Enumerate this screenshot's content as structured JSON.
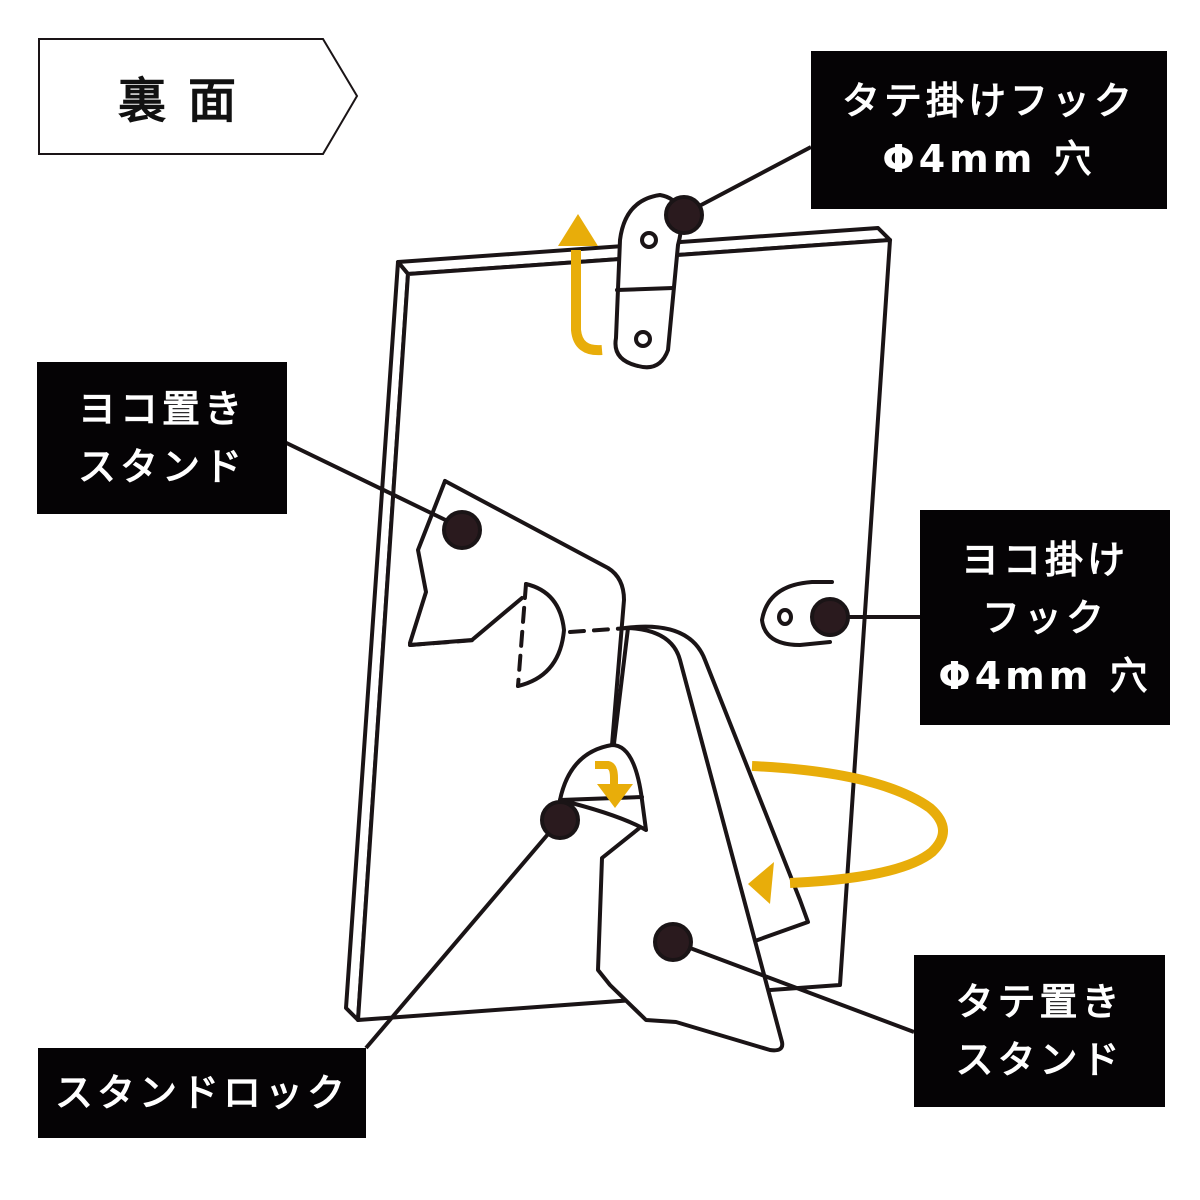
{
  "title": {
    "text": "裏面"
  },
  "colors": {
    "line": "#1a1416",
    "label_bg": "#050305",
    "label_text": "#ffffff",
    "arrow_accent": "#e8ad0a",
    "dot": "#2a1a1e"
  },
  "labels": {
    "tate_hook": {
      "line1": "タテ掛けフック",
      "line2": "Φ4mm 穴"
    },
    "yoko_stand": {
      "line1": "ヨコ置き",
      "line2": "スタンド"
    },
    "yoko_hook": {
      "line1": "ヨコ掛け",
      "line2": "フック",
      "line3": "Φ4mm 穴"
    },
    "stand_lock": {
      "line1": "スタンドロック"
    },
    "tate_stand": {
      "line1": "タテ置き",
      "line2": "スタンド"
    }
  },
  "icons": {
    "up_arrow": "curved-up-arrow",
    "lock_arrow": "bent-down-arrow",
    "rotate_arrow": "u-turn-left-arrow"
  }
}
